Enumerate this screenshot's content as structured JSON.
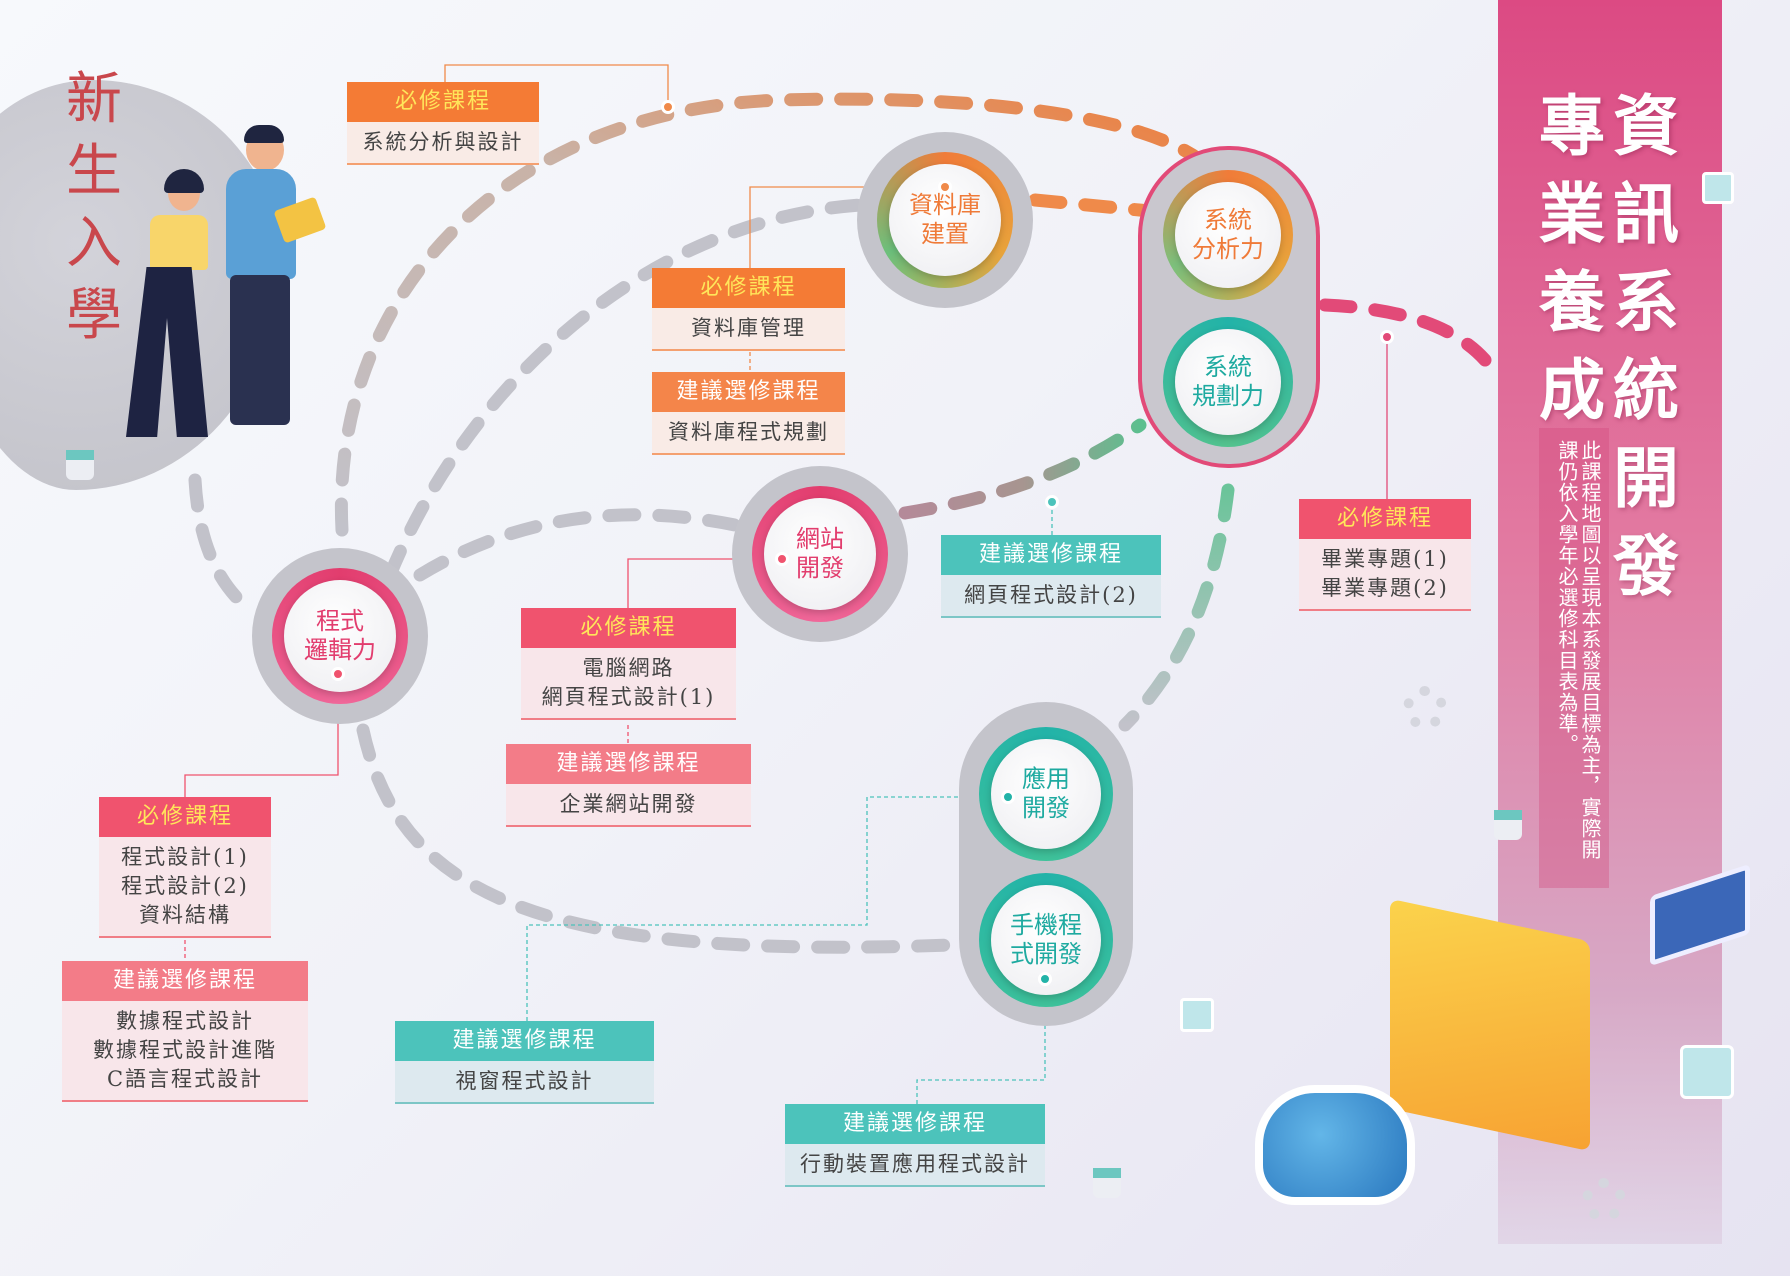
{
  "title": {
    "line1": "資訊系統開發",
    "line2": "專業養成"
  },
  "note": "此課程地圖以呈現本系發展目標為主，實際開課仍依入學年必選修科目表為準。",
  "start_label": "新生入學",
  "nodes": {
    "database": [
      "資料庫",
      "建置"
    ],
    "analysis": [
      "系統",
      "分析力"
    ],
    "planning": [
      "系統",
      "規劃力"
    ],
    "website": [
      "網站",
      "開發"
    ],
    "logic": [
      "程式",
      "邏輯力"
    ],
    "app": [
      "應用",
      "開發"
    ],
    "mobile": [
      "手機程",
      "式開發"
    ]
  },
  "boxes": {
    "sa_req": {
      "header": "必修課程",
      "items": [
        "系統分析與設計"
      ]
    },
    "db_req": {
      "header": "必修課程",
      "items": [
        "資料庫管理"
      ]
    },
    "db_opt": {
      "header": "建議選修課程",
      "items": [
        "資料庫程式規劃"
      ]
    },
    "web2_opt": {
      "header": "建議選修課程",
      "items": [
        "網頁程式設計(2)"
      ]
    },
    "project_req": {
      "header": "必修課程",
      "items": [
        "畢業專題(1)",
        "畢業專題(2)"
      ]
    },
    "web_req": {
      "header": "必修課程",
      "items": [
        "電腦網路",
        "網頁程式設計(1)"
      ]
    },
    "web_opt": {
      "header": "建議選修課程",
      "items": [
        "企業網站開發"
      ]
    },
    "logic_req": {
      "header": "必修課程",
      "items": [
        "程式設計(1)",
        "程式設計(2)",
        "資料結構"
      ]
    },
    "logic_opt": {
      "header": "建議選修課程",
      "items": [
        "數據程式設計",
        "數據程式設計進階",
        "C語言程式設計"
      ]
    },
    "win_opt": {
      "header": "建議選修課程",
      "items": [
        "視窗程式設計"
      ]
    },
    "mobile_opt": {
      "header": "建議選修課程",
      "items": [
        "行動裝置應用程式設計"
      ]
    }
  },
  "colors": {
    "accent_pink": "#dc4a83",
    "required_orange": "#f47b35",
    "required_pink": "#f0536e",
    "elective_teal": "#4cc3bb"
  }
}
